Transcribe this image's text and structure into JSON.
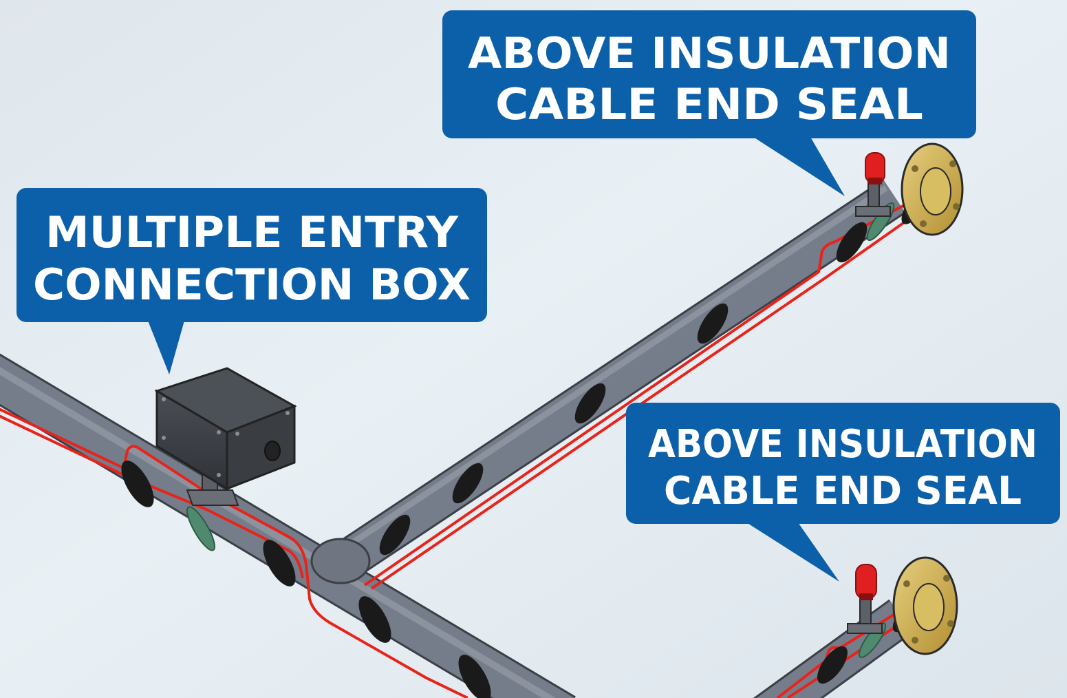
{
  "callouts": {
    "connection_box": {
      "line1": "MULTIPLE ENTRY",
      "line2": "CONNECTION BOX"
    },
    "end_seal_top": {
      "line1": "ABOVE INSULATION",
      "line2": "CABLE END SEAL"
    },
    "end_seal_bottom": {
      "line1": "ABOVE INSULATION",
      "line2": "CABLE END SEAL"
    }
  },
  "colors": {
    "callout_fill": "#0b60a9",
    "pipe": "#767d8a",
    "heating_cable": "#e8231a",
    "band": "#1a1a1a",
    "strap": "#4f8a6e",
    "flange": "#c9a84a",
    "box": "#3a3d42",
    "seal_cap": "#e02020"
  }
}
